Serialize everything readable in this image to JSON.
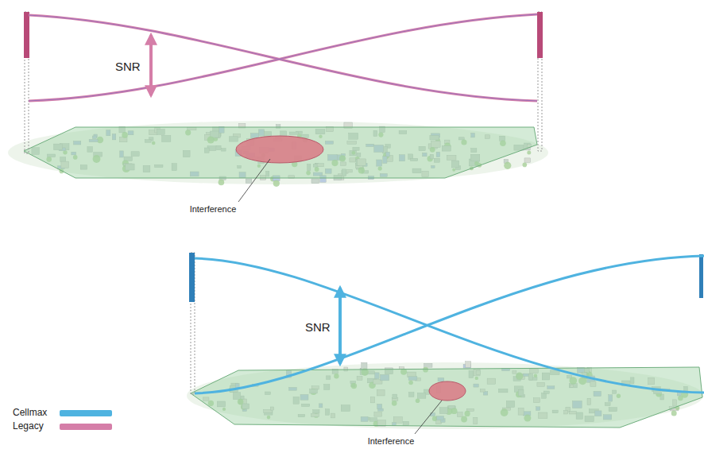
{
  "diagram": {
    "labels": [
      "SNR",
      "Interference",
      "SNR",
      "Interference"
    ],
    "legend": [
      {
        "text": "Cellmax",
        "color": "#4fb3e0"
      },
      {
        "text": "Legacy",
        "color": "#d57ea8"
      }
    ]
  }
}
